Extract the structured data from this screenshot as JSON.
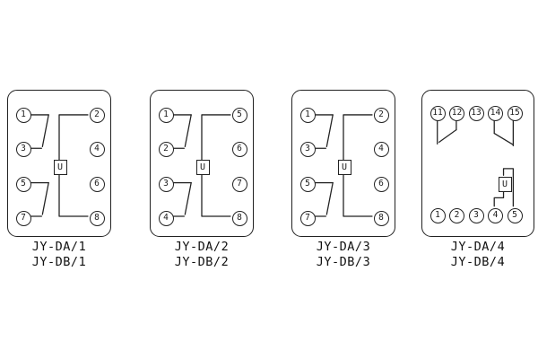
{
  "style": {
    "ink": "#1a1a1a",
    "background": "#ffffff"
  },
  "figure": {
    "panels": [
      {
        "id": "panel-1",
        "left_terminals": [
          "1",
          "3",
          "5",
          "7"
        ],
        "right_terminals": [
          "2",
          "4",
          "6",
          "8"
        ],
        "element_label": "U",
        "captions": [
          "JY-DA/1",
          "JY-DB/1"
        ]
      },
      {
        "id": "panel-2",
        "left_terminals": [
          "1",
          "2",
          "3",
          "4"
        ],
        "right_terminals": [
          "5",
          "6",
          "7",
          "8"
        ],
        "element_label": "U",
        "captions": [
          "JY-DA/2",
          "JY-DB/2"
        ]
      },
      {
        "id": "panel-3",
        "left_terminals": [
          "1",
          "3",
          "5",
          "7"
        ],
        "right_terminals": [
          "2",
          "4",
          "6",
          "8"
        ],
        "element_label": "U",
        "captions": [
          "JY-DA/3",
          "JY-DB/3"
        ]
      },
      {
        "id": "panel-4",
        "top_terminals": [
          "11",
          "12",
          "13",
          "14",
          "15"
        ],
        "bottom_terminals": [
          "1",
          "2",
          "3",
          "4",
          "5"
        ],
        "element_label": "U",
        "captions": [
          "JY-DA/4",
          "JY-DB/4"
        ]
      }
    ]
  }
}
